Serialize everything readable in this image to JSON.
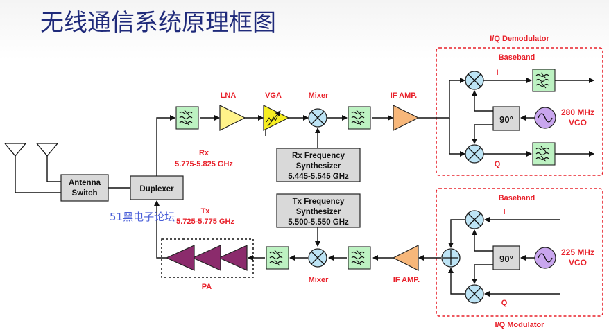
{
  "title": "无线通信系统原理框图",
  "watermark": "51黑电子论坛",
  "labels": {
    "lna": "LNA",
    "vga": "VGA",
    "mixer_rx": "Mixer",
    "if_amp_rx": "IF AMP.",
    "rx_band_name": "Rx",
    "rx_band_freq": "5.775-5.825 GHz",
    "tx_band_name": "Tx",
    "tx_band_freq": "5.725-5.775 GHz",
    "pa": "PA",
    "mixer_tx": "Mixer",
    "if_amp_tx": "IF AMP.",
    "iq_demod": "I/Q Demodulator",
    "iq_mod": "I/Q Modulator",
    "baseband_top": "Baseband",
    "baseband_bottom": "Baseband",
    "i_top": "I",
    "q_top": "Q",
    "i_bottom": "I",
    "q_bottom": "Q",
    "phase_top": "90°",
    "phase_bottom": "90°",
    "vco_top_freq": "280 MHz",
    "vco_top_name": "VCO",
    "vco_bottom_freq": "225 MHz",
    "vco_bottom_name": "VCO"
  },
  "boxes": {
    "antenna_switch_line1": "Antenna",
    "antenna_switch_line2": "Switch",
    "duplexer": "Duplexer",
    "rx_synth_line1": "Rx Frequency",
    "rx_synth_line2": "Synthesizer",
    "rx_synth_line3": "5.445-5.545 GHz",
    "tx_synth_line1": "Tx Frequency",
    "tx_synth_line2": "Synthesizer",
    "tx_synth_line3": "5.500-5.550 GHz"
  },
  "colors": {
    "label_red": "#e8202a",
    "title_blue": "#1f2a7a",
    "filter_green": "#bdf2c2",
    "lna_yellow": "#fff38a",
    "vga_yellow": "#f6ee22",
    "if_amp_orange": "#f7b77a",
    "pa_purple": "#8b2b6c",
    "mixer_blue": "#bde4f5",
    "vco_purple": "#c9a6ee",
    "box_gray": "#d9d9d9"
  }
}
